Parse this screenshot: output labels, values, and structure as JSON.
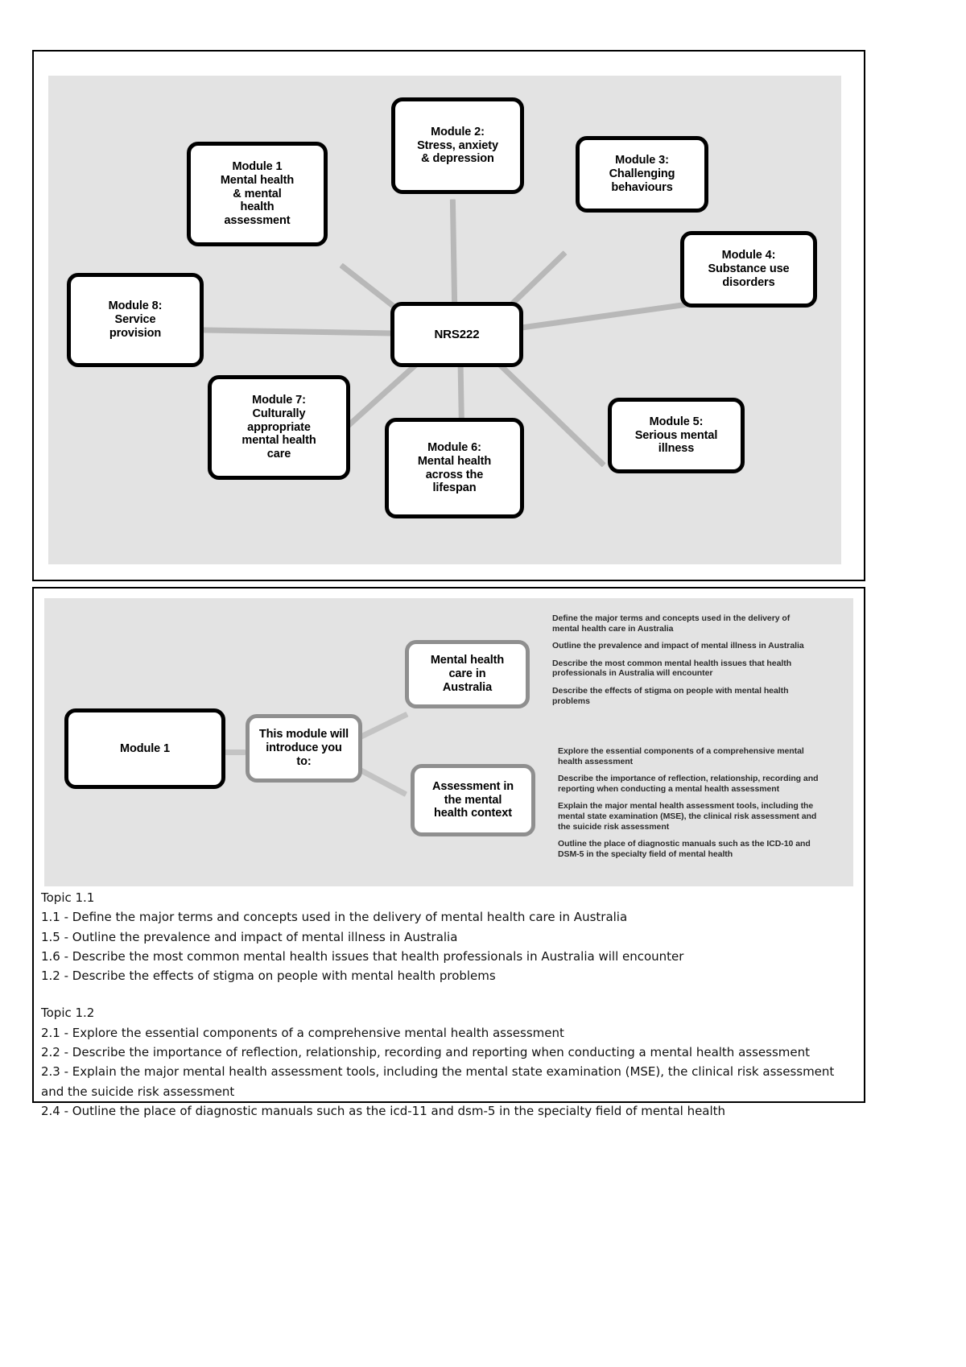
{
  "document": {
    "colors": {
      "stage_background": "#e3e3e3",
      "node_border_dark": "#000000",
      "node_border_grey": "#8f8f8f",
      "connector": "#b8b8b8",
      "page_background": "#ffffff"
    }
  },
  "concept_map": {
    "center": {
      "label": "NRS222"
    },
    "nodes": [
      {
        "id": "module-1",
        "label": "Module 1\nMental health\n& mental\nhealth\nassessment"
      },
      {
        "id": "module-2",
        "label": "Module 2:\nStress, anxiety\n& depression"
      },
      {
        "id": "module-3",
        "label": "Module 3:\nChallenging\nbehaviours"
      },
      {
        "id": "module-4",
        "label": "Module 4:\nSubstance use\ndisorders"
      },
      {
        "id": "module-5",
        "label": "Module 5:\nSerious mental\nillness"
      },
      {
        "id": "module-6",
        "label": "Module 6:\nMental health\nacross the\nlifespan"
      },
      {
        "id": "module-7",
        "label": "Module 7:\nCulturally\nappropriate\nmental health\ncare"
      },
      {
        "id": "module-8",
        "label": "Module 8:\nService\nprovision"
      }
    ]
  },
  "module_diagram": {
    "root": {
      "label": "Module 1"
    },
    "connector_node": {
      "label": "This module will\nintroduce you\nto:"
    },
    "branches": [
      {
        "id": "branch-mental-health-care",
        "label": "Mental health\ncare in\nAustralia",
        "bullets": [
          "Define the major terms and concepts used in the delivery of mental health care in Australia",
          "Outline the prevalence and impact of mental illness in Australia",
          "Describe the most common mental health issues that health professionals in Australia will encounter",
          "Describe the effects of stigma on people with mental health problems"
        ]
      },
      {
        "id": "branch-assessment",
        "label": "Assessment in\nthe mental\nhealth context",
        "bullets": [
          "Explore the essential components of a comprehensive mental health assessment",
          "Describe the importance of reflection, relationship, recording and reporting when conducting a mental health assessment",
          "Explain the major mental health assessment tools, including the mental state examination (MSE), the clinical risk assessment and the suicide risk assessment",
          "Outline the place of diagnostic manuals such as the ICD-10 and DSM-5 in the specialty field of mental health"
        ]
      }
    ]
  },
  "topics": [
    {
      "id": "topic-1-1",
      "heading": "Topic 1.1",
      "lines": [
        "1.1 - Define the major terms and concepts used in the delivery of mental health care in Australia",
        "1.5 - Outline the prevalence and impact of mental illness in Australia",
        "1.6 - Describe the most common mental health issues that health professionals in Australia will encounter",
        "1.2 - Describe the effects of stigma on people with mental health problems"
      ]
    },
    {
      "id": "topic-1-2",
      "heading": "Topic 1.2",
      "lines": [
        "2.1 - Explore the essential components of a comprehensive mental health assessment",
        "2.2 - Describe the importance of reflection, relationship, recording and reporting when conducting a mental health assessment",
        "2.3 - Explain the major mental health assessment tools, including the mental state examination (MSE), the clinical risk assessment and the suicide risk assessment",
        "2.4 - Outline the place of diagnostic manuals such as the icd-11 and dsm-5 in the specialty field of mental health"
      ]
    }
  ]
}
